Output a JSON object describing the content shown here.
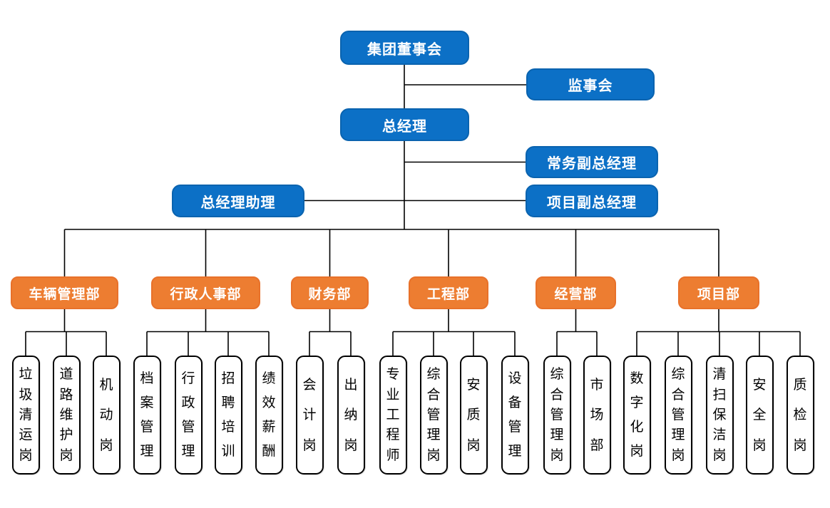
{
  "palette": {
    "background": "#ffffff",
    "blue": "#0c70c6",
    "blue_border": "#0a63af",
    "orange": "#ed7d31",
    "orange_border": "#e8712a",
    "line": "#000000",
    "node_text": "#ffffff",
    "position_fill": "#ffffff",
    "position_text": "#000000"
  },
  "executives": {
    "board": {
      "label": "集团董事会"
    },
    "supervisory_board": {
      "label": "监事会"
    },
    "general_manager": {
      "label": "总经理"
    },
    "executive_deputy_gm": {
      "label": "常务副总经理"
    },
    "gm_assistant": {
      "label": "总经理助理"
    },
    "project_deputy_gm": {
      "label": "项目副总经理"
    }
  },
  "departments": [
    {
      "name": "车辆管理部",
      "positions": [
        "垃圾清运岗",
        "道路维护岗",
        "机动岗"
      ]
    },
    {
      "name": "行政人事部",
      "positions": [
        "档案管理",
        "行政管理",
        "招聘培训",
        "绩效薪酬"
      ]
    },
    {
      "name": "财务部",
      "positions": [
        "会计岗",
        "出纳岗"
      ]
    },
    {
      "name": "工程部",
      "positions": [
        "专业工程师",
        "综合管理岗",
        "安质岗",
        "设备管理"
      ]
    },
    {
      "name": "经营部",
      "positions": [
        "综合管理岗",
        "市场部"
      ]
    },
    {
      "name": "项目部",
      "positions": [
        "数字化岗",
        "综合管理岗",
        "清扫保洁岗",
        "安全岗",
        "质检岗"
      ]
    }
  ]
}
